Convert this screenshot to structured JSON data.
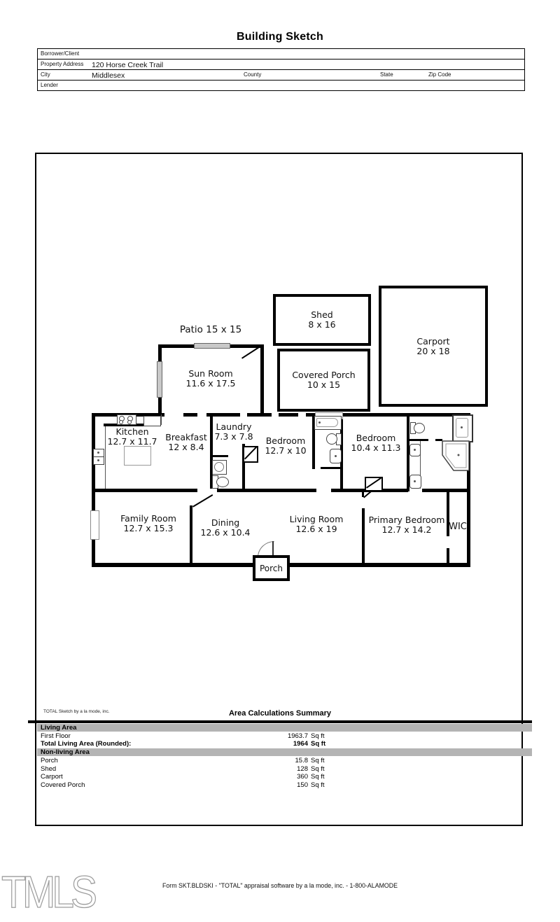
{
  "page_title": "Building Sketch",
  "header": {
    "borrower_label": "Borrower/Client",
    "property_address_label": "Property Address",
    "property_address_value": "120 Horse Creek Trail",
    "city_label": "City",
    "city_value": "Middlesex",
    "county_label": "County",
    "state_label": "State",
    "zip_label": "Zip Code",
    "lender_label": "Lender"
  },
  "sketch": {
    "patio_label": "Patio 15 x 15",
    "rooms": {
      "shed": {
        "name": "Shed",
        "dims": "8 x 16"
      },
      "carport": {
        "name": "Carport",
        "dims": "20 x 18"
      },
      "covered_porch": {
        "name": "Covered Porch",
        "dims": "10 x 15"
      },
      "sun_room": {
        "name": "Sun Room",
        "dims": "11.6 x 17.5"
      },
      "kitchen": {
        "name": "Kitchen",
        "dims": "12.7 x 11.7"
      },
      "breakfast": {
        "name": "Breakfast",
        "dims": "12 x 8.4"
      },
      "laundry": {
        "name": "Laundry",
        "dims": "7.3 x 7.8"
      },
      "bedroom1": {
        "name": "Bedroom",
        "dims": "12.7 x 10"
      },
      "bedroom2": {
        "name": "Bedroom",
        "dims": "10.4 x 11.3"
      },
      "family_room": {
        "name": "Family Room",
        "dims": "12.7 x 15.3"
      },
      "dining": {
        "name": "Dining",
        "dims": "12.6 x 10.4"
      },
      "living_room": {
        "name": "Living Room",
        "dims": "12.6 x 19"
      },
      "primary_bedroom": {
        "name": "Primary Bedroom",
        "dims": "12.7 x 14.2"
      },
      "wic": {
        "name": "WIC"
      },
      "porch": {
        "name": "Porch"
      }
    }
  },
  "summary": {
    "vendor_note": "TOTAL Sketch by a la mode, inc.",
    "title": "Area Calculations Summary",
    "living_header": "Living Area",
    "nonliving_header": "Non-living Area",
    "living_rows": [
      {
        "label": "First Floor",
        "value": "1963.7",
        "unit": "Sq ft"
      },
      {
        "label": "Total Living Area (Rounded):",
        "value": "1964",
        "unit": "Sq ft"
      }
    ],
    "nonliving_rows": [
      {
        "label": "Porch",
        "value": "15.8",
        "unit": "Sq ft"
      },
      {
        "label": "Shed",
        "value": "128",
        "unit": "Sq ft"
      },
      {
        "label": "Carport",
        "value": "360",
        "unit": "Sq ft"
      },
      {
        "label": "Covered Porch",
        "value": "150",
        "unit": "Sq ft"
      }
    ]
  },
  "footer": {
    "form_line": "Form SKT.BLDSKI - \"TOTAL\" appraisal software by a la mode, inc. - 1-800-ALAMODE",
    "watermark": "TMLS"
  }
}
